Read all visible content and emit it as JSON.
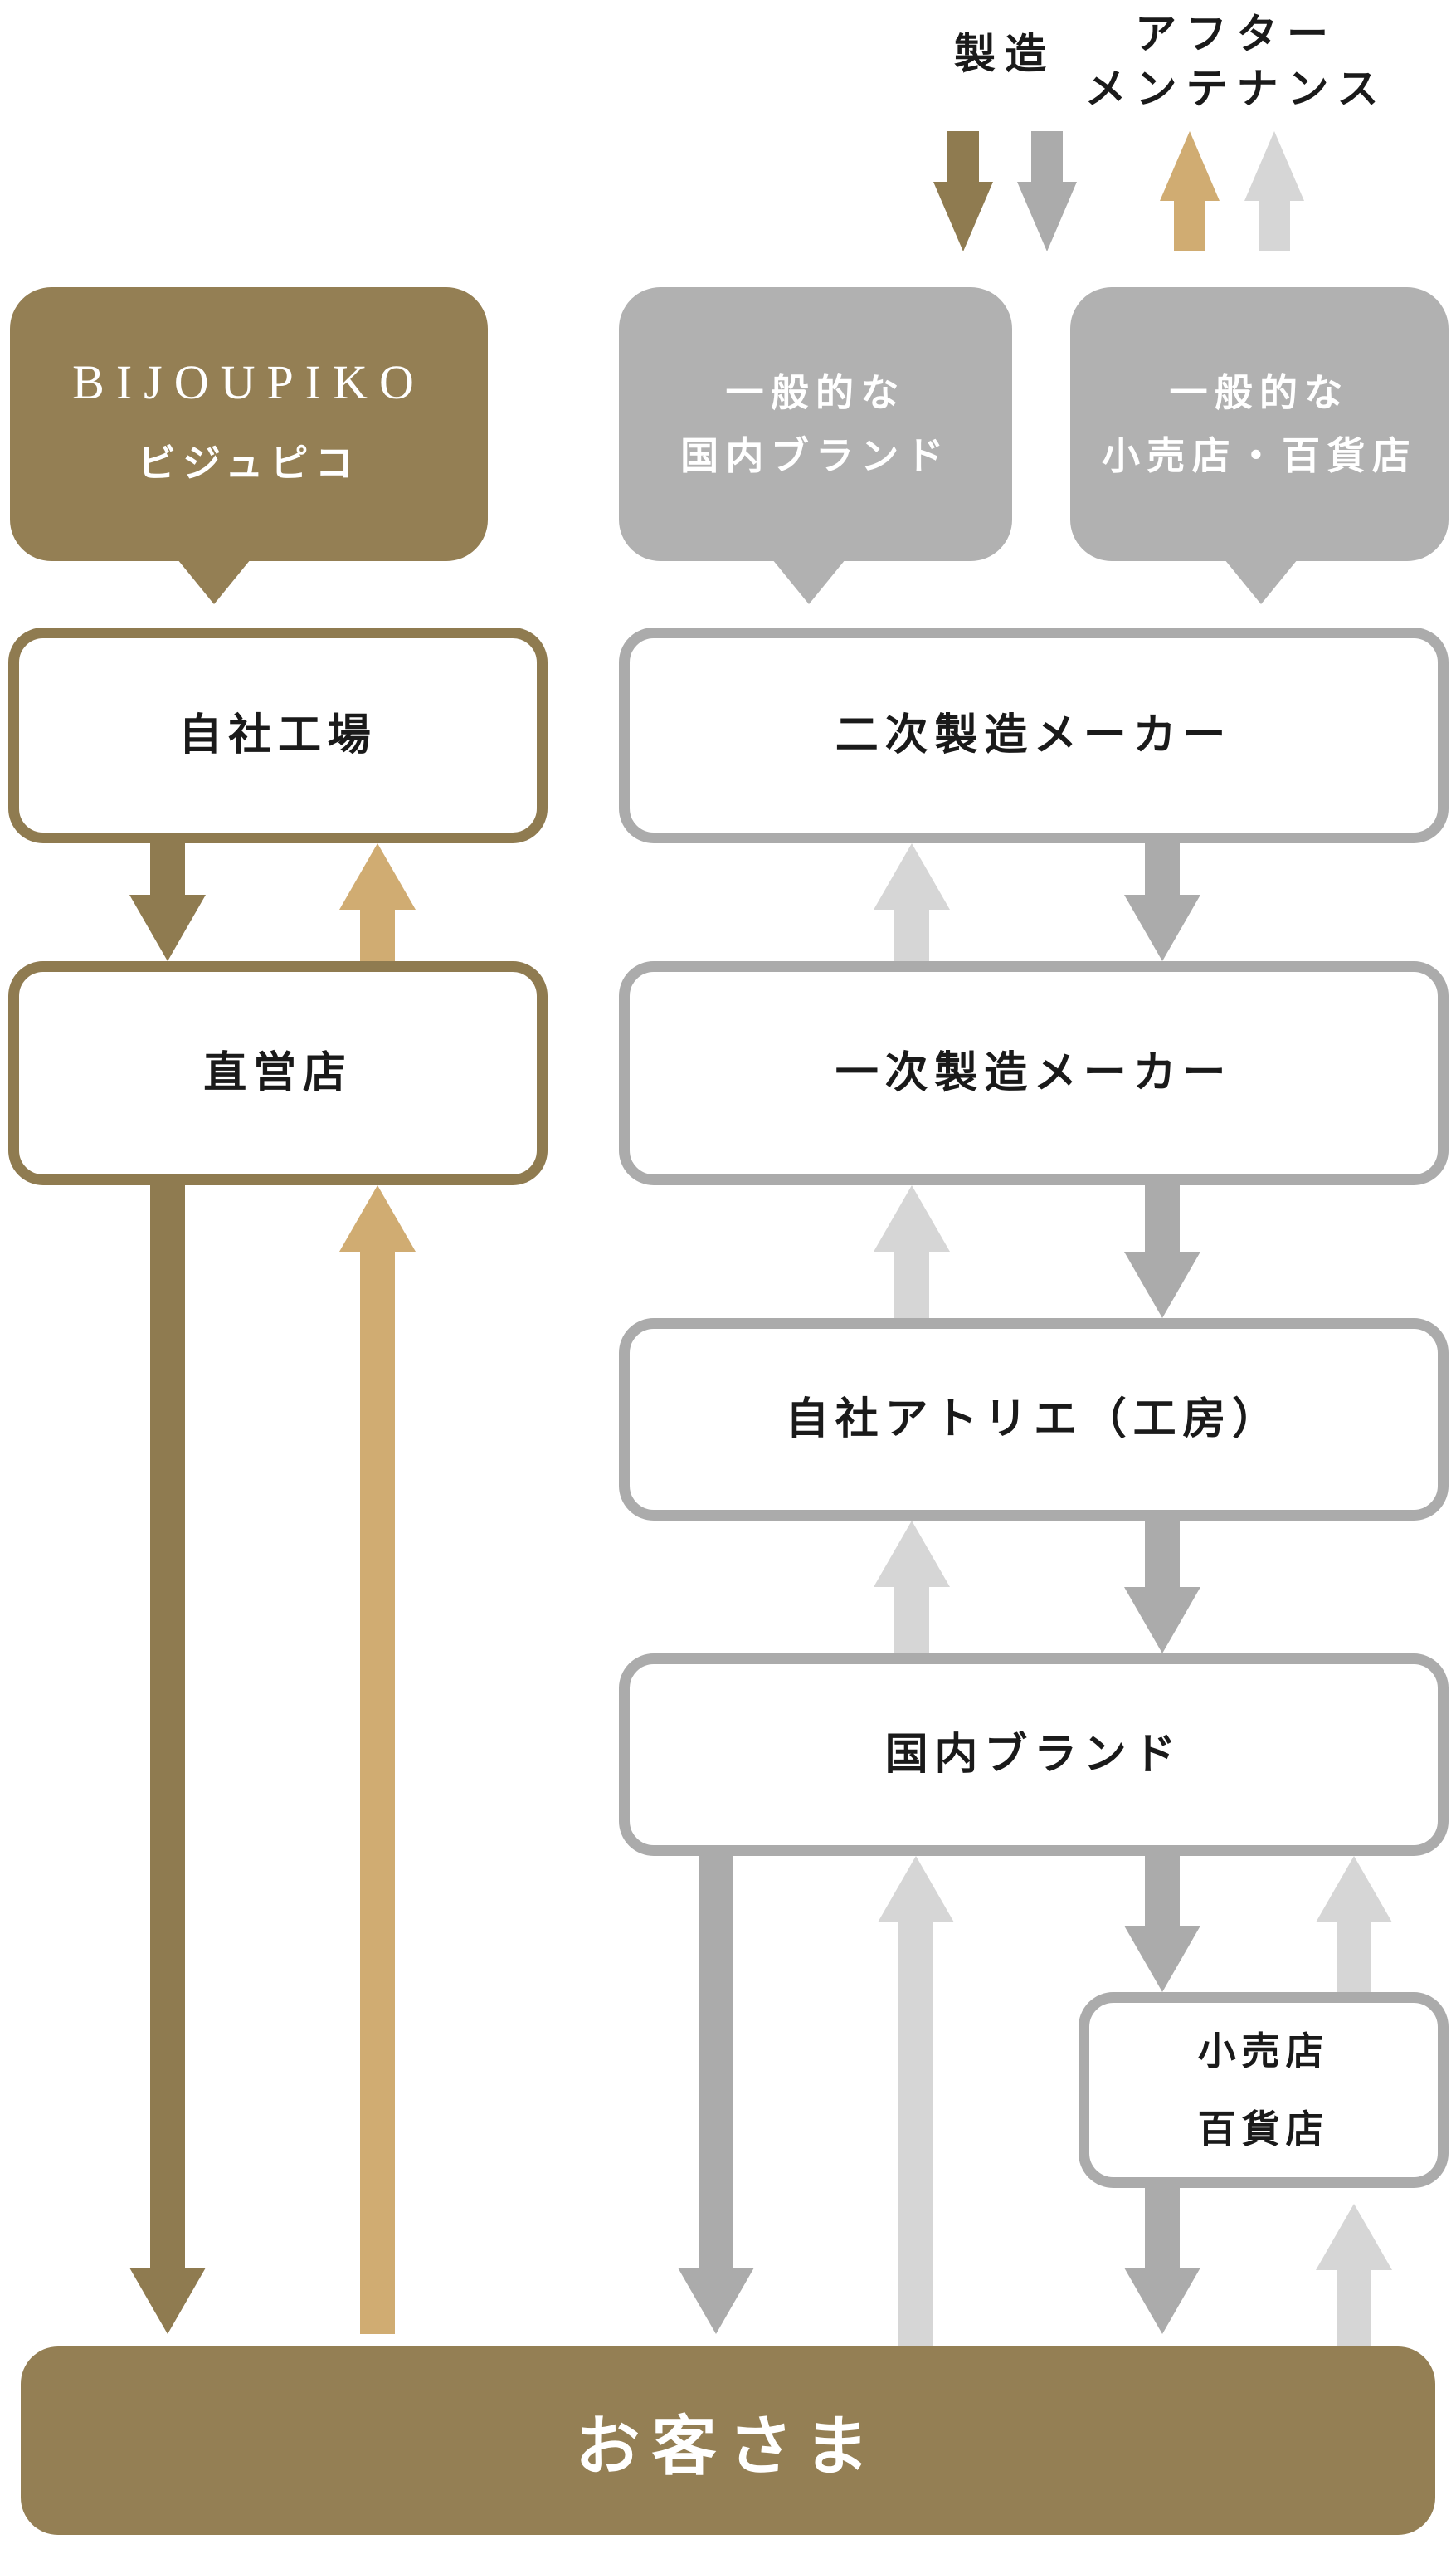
{
  "palette": {
    "brown": "#8f7b50",
    "brown_light": "#947f54",
    "gold": "#d0ac72",
    "gray_bubble": "#b1b1b1",
    "gray_border": "#ababab",
    "gray_arrow_dark": "#ababab",
    "gray_arrow_light": "#d6d6d6",
    "text_dark": "#1a1a1a",
    "text_white": "#ffffff"
  },
  "top_labels": {
    "manufacturing": "製造",
    "after_maintenance_line1": "アフター",
    "after_maintenance_line2": "メンテナンス"
  },
  "bubbles": {
    "bijoupiko": {
      "logo": "BIJOUPIKO",
      "name": "ビジュピコ"
    },
    "generic_brand": {
      "line1": "一般的な",
      "line2": "国内ブランド"
    },
    "generic_retail": {
      "line1": "一般的な",
      "line2": "小売店・百貨店"
    }
  },
  "boxes": {
    "own_factory": "自社工場",
    "secondary_maker": "二次製造メーカー",
    "direct_store": "直営店",
    "primary_maker": "一次製造メーカー",
    "own_atelier": "自社アトリエ（工房）",
    "domestic_brand": "国内ブランド",
    "retail_line1": "小売店",
    "retail_line2": "百貨店"
  },
  "footer": {
    "customer": "お客さま"
  }
}
